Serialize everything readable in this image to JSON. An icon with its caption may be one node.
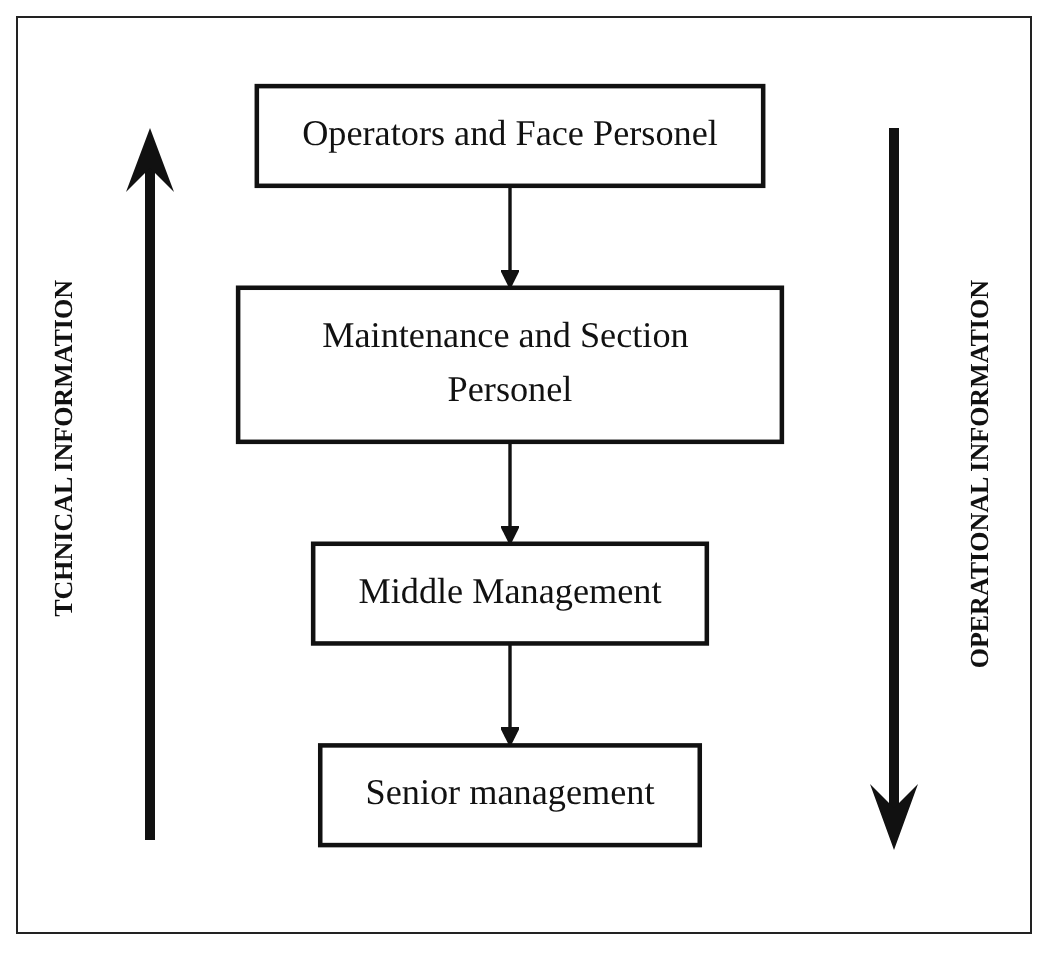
{
  "diagram": {
    "nodes": [
      {
        "text": [
          "Operators and Face Personel"
        ]
      },
      {
        "text": [
          "Maintenance and Section Personel"
        ]
      },
      {
        "text": [
          "Middle Management"
        ]
      },
      {
        "text": [
          "Senior management"
        ]
      }
    ],
    "edges": [
      {
        "from": 0,
        "to": 1,
        "arrow": "to"
      },
      {
        "from": 1,
        "to": 2,
        "arrow": "to"
      },
      {
        "from": 2,
        "to": 3,
        "arrow": "to"
      }
    ],
    "labels": [
      "TCHNICAL INFORMATION",
      "OPERATIONAL INFORMATION"
    ]
  }
}
